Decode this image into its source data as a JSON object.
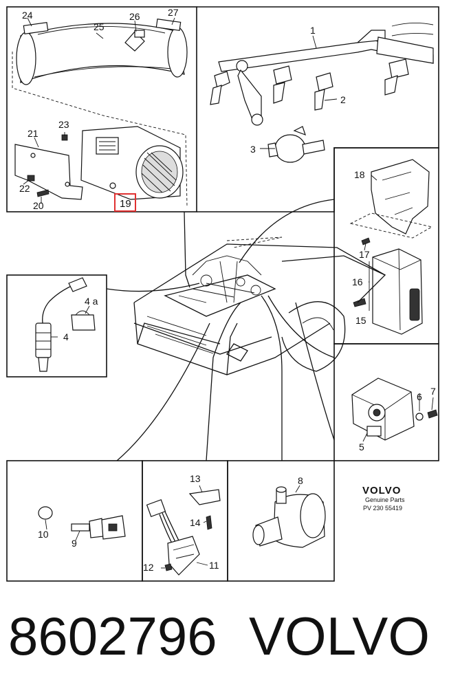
{
  "callouts": {
    "c1": "1",
    "c2": "2",
    "c3": "3",
    "c4": "4",
    "c4a": "4 a",
    "c5": "5",
    "c6": "6",
    "c7": "7",
    "c8": "8",
    "c9": "9",
    "c10": "10",
    "c11": "11",
    "c12": "12",
    "c13": "13",
    "c14": "14",
    "c15": "15",
    "c16": "16",
    "c17": "17",
    "c18": "18",
    "c19": "19",
    "c20": "20",
    "c21": "21",
    "c22": "22",
    "c23": "23",
    "c24": "24",
    "c25": "25",
    "c26": "26",
    "c27": "27"
  },
  "highlighted_callout": "19",
  "highlight_color": "#e03030",
  "logo": {
    "brand": "VOLVO",
    "subtitle": "Genuine Parts",
    "code": "PV  230  55419"
  },
  "footer": {
    "part_number": "8602796",
    "brand": "VOLVO"
  }
}
